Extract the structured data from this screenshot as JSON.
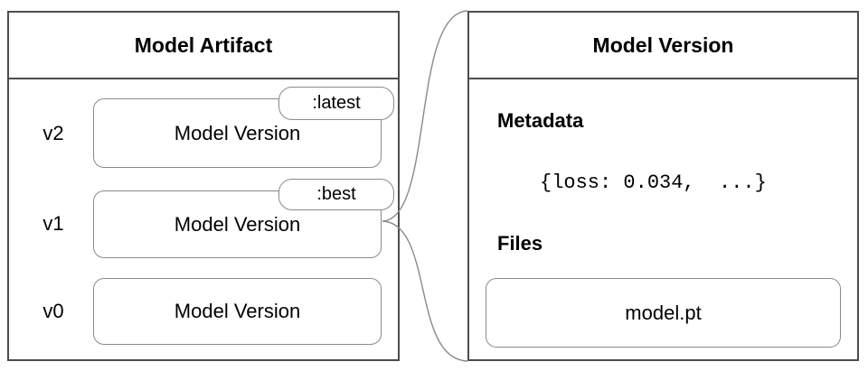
{
  "diagram": {
    "artifact_panel": {
      "title": "Model Artifact",
      "rows": [
        {
          "version": "v2",
          "label": "Model Version",
          "tag": ":latest"
        },
        {
          "version": "v1",
          "label": "Model Version",
          "tag": ":best"
        },
        {
          "version": "v0",
          "label": "Model Version"
        }
      ]
    },
    "version_panel": {
      "title": "Model Version",
      "metadata_heading": "Metadata",
      "metadata_value": "{loss: 0.034,  ...}",
      "files_heading": "Files",
      "files": [
        {
          "name": "model.pt"
        }
      ]
    },
    "colors": {
      "panel_border": "#4d4d4d",
      "box_border": "#8a8a8a",
      "connector": "#8a8a8a",
      "text": "#000000",
      "background": "#ffffff"
    }
  }
}
